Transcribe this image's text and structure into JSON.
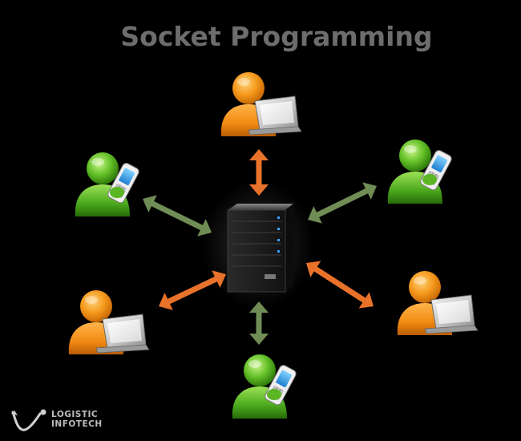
{
  "title": "Socket Programming",
  "brand": {
    "line1": "LOGISTIC",
    "line2": "INFOTECH"
  },
  "colors": {
    "background": "#000000",
    "title": "#6d6d6d",
    "orange_arrow": "#e9722a",
    "green_arrow": "#6f8d55",
    "laptop_user": "#f28a12",
    "phone_user": "#4aa81c",
    "server": "#1a1a1a"
  },
  "nodes": [
    {
      "id": "top",
      "kind": "laptop-user",
      "icon": "user-laptop-icon"
    },
    {
      "id": "upper-left",
      "kind": "phone-user",
      "icon": "user-phone-icon"
    },
    {
      "id": "upper-right",
      "kind": "phone-user",
      "icon": "user-phone-icon"
    },
    {
      "id": "lower-left",
      "kind": "laptop-user",
      "icon": "user-laptop-icon"
    },
    {
      "id": "lower-right",
      "kind": "laptop-user",
      "icon": "user-laptop-icon"
    },
    {
      "id": "bottom",
      "kind": "phone-user",
      "icon": "user-phone-icon"
    }
  ],
  "server": {
    "icon": "server-icon"
  }
}
